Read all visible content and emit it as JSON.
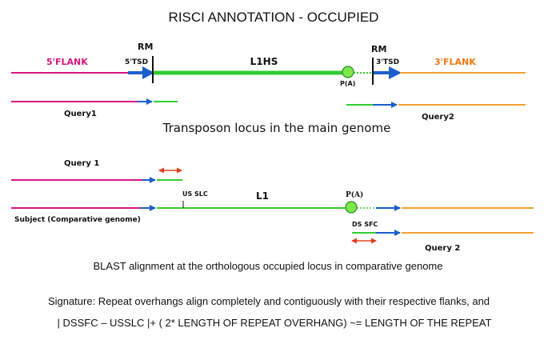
{
  "title": "RISCI ANNOTATION - OCCUPIED",
  "top": {
    "flank5_label": "5'FLANK",
    "tsd5_label": "5'TSD",
    "rm_left_label": "RM",
    "element_label": "L1HS",
    "polya_label": "P(A)",
    "rm_right_label": "RM",
    "tsd3_label": "3'TSD",
    "flank3_label": "3'FLANK",
    "query1_label": "Query1",
    "query2_label": "Query2",
    "caption": "Transposon locus in the main genome"
  },
  "bottom": {
    "query1_label": "Query 1",
    "usslc_label": "US SLC",
    "element_label": "L1",
    "polya_label": "P(A)",
    "subject_label": "Subject (Comparative genome)",
    "dssfc_label": "DS SFC",
    "query2_label": "Query 2",
    "caption": "BLAST alignment at the orthologous occupied locus in comparative genome"
  },
  "signature": {
    "line1": "Signature: Repeat overhangs align completely and contiguously with their respective flanks, and",
    "line2": "| DSSFC – USSLC |+ ( 2* LENGTH OF REPEAT OVERHANG) ~= LENGTH OF THE REPEAT"
  },
  "colors": {
    "flank5": "#d6177f",
    "flank3": "#f0a030",
    "repeat": "#33cc33",
    "tsd": "#1a5fcc",
    "overhang_arrow": "#e04020",
    "polya_fill": "#7ee84a",
    "text": "#111111",
    "flank5_text": "#d6177f",
    "flank3_text": "#f07a10"
  }
}
